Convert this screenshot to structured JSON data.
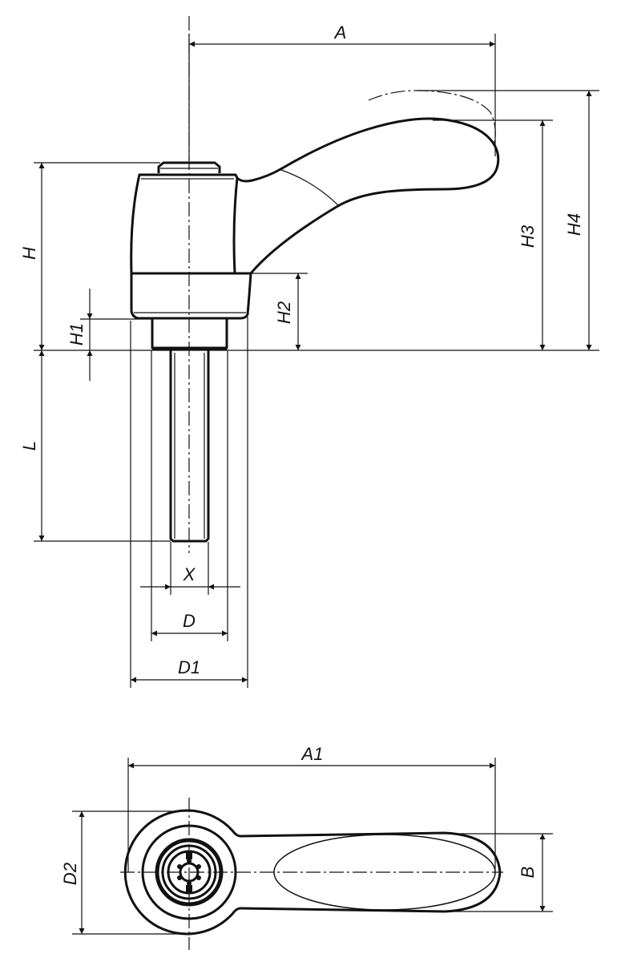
{
  "drawing": {
    "title": "Clamping lever with external thread – technical drawing",
    "dimensions": {
      "A": "A",
      "A1": "A1",
      "B": "B",
      "D": "D",
      "D1": "D1",
      "D2": "D2",
      "H": "H",
      "H1": "H1",
      "H2": "H2",
      "H3": "H3",
      "H4": "H4",
      "L": "L",
      "X": "X"
    },
    "line_color": "#111111",
    "background": "#ffffff"
  }
}
